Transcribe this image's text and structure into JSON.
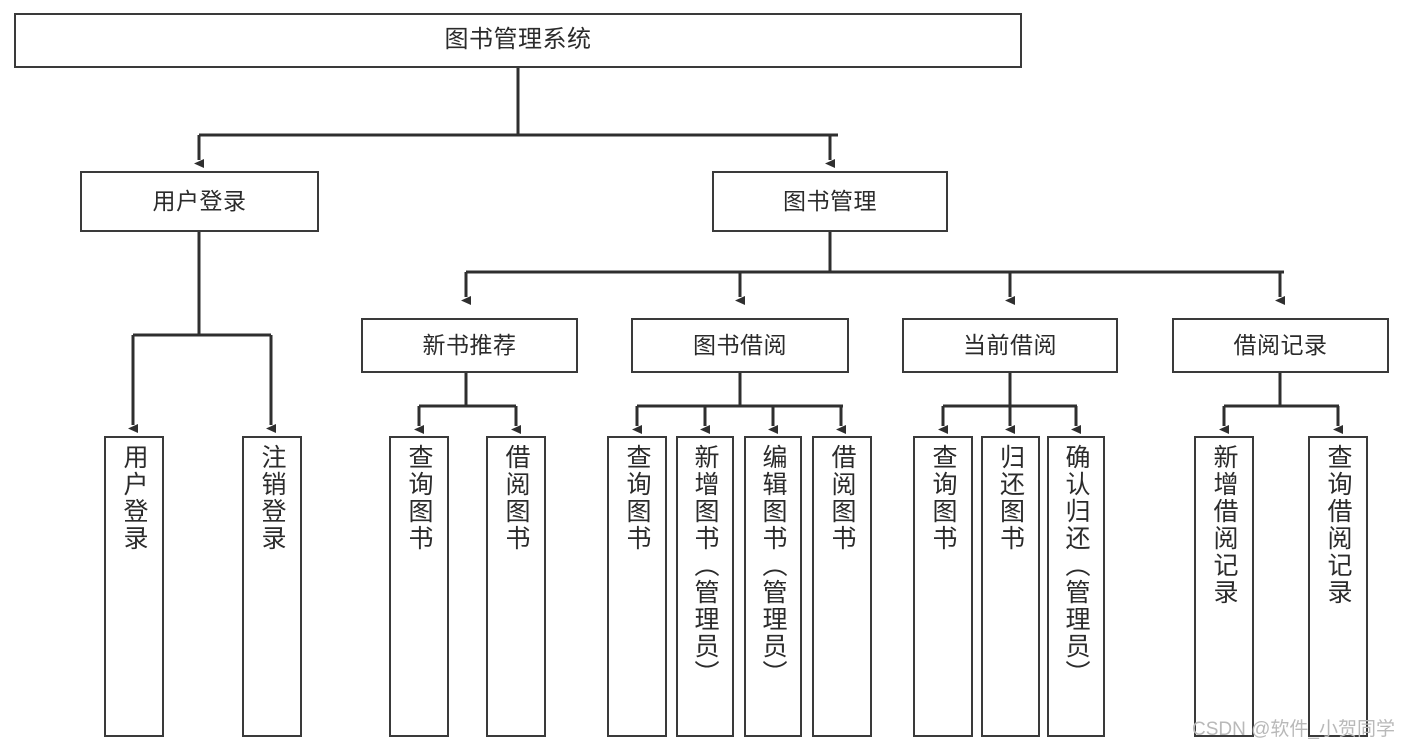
{
  "diagram": {
    "type": "hierarchy-tree",
    "title": "图书管理系统",
    "watermark": "CSDN @软件_小贺同学",
    "colors": {
      "box_border": "#3a3a3a",
      "box_fill": "#ffffff",
      "connector": "#2f2f2f",
      "text": "#2b2b2b",
      "watermark": "#b9b9b9"
    },
    "levels": {
      "level0": [
        {
          "id": "root",
          "label": "图书管理系统"
        }
      ],
      "level1": [
        {
          "id": "user-login",
          "label": "用户登录"
        },
        {
          "id": "book-manage",
          "label": "图书管理"
        }
      ],
      "level2": [
        {
          "id": "new-book-rec",
          "label": "新书推荐",
          "parent": "book-manage"
        },
        {
          "id": "book-borrow",
          "label": "图书借阅",
          "parent": "book-manage"
        },
        {
          "id": "current-borrow",
          "label": "当前借阅",
          "parent": "book-manage"
        },
        {
          "id": "borrow-record",
          "label": "借阅记录",
          "parent": "book-manage"
        }
      ],
      "leaves": [
        {
          "id": "leaf-user-login",
          "label": "用户登录",
          "parent": "user-login"
        },
        {
          "id": "leaf-logout-login",
          "label": "注销登录",
          "parent": "user-login"
        },
        {
          "id": "leaf-query-book-1",
          "label": "查询图书",
          "parent": "new-book-rec"
        },
        {
          "id": "leaf-borrow-book-1",
          "label": "借阅图书",
          "parent": "new-book-rec"
        },
        {
          "id": "leaf-query-book-2",
          "label": "查询图书",
          "parent": "book-borrow"
        },
        {
          "id": "leaf-add-book",
          "label": "新增图书（管理员）",
          "parent": "book-borrow"
        },
        {
          "id": "leaf-edit-book",
          "label": "编辑图书（管理员）",
          "parent": "book-borrow"
        },
        {
          "id": "leaf-borrow-book-2",
          "label": "借阅图书",
          "parent": "book-borrow"
        },
        {
          "id": "leaf-query-book-3",
          "label": "查询图书",
          "parent": "current-borrow"
        },
        {
          "id": "leaf-return-book",
          "label": "归还图书",
          "parent": "current-borrow"
        },
        {
          "id": "leaf-confirm-return",
          "label": "确认归还（管理员）",
          "parent": "current-borrow"
        },
        {
          "id": "leaf-add-record",
          "label": "新增借阅记录",
          "parent": "borrow-record"
        },
        {
          "id": "leaf-query-record",
          "label": "查询借阅记录",
          "parent": "borrow-record"
        }
      ]
    }
  }
}
